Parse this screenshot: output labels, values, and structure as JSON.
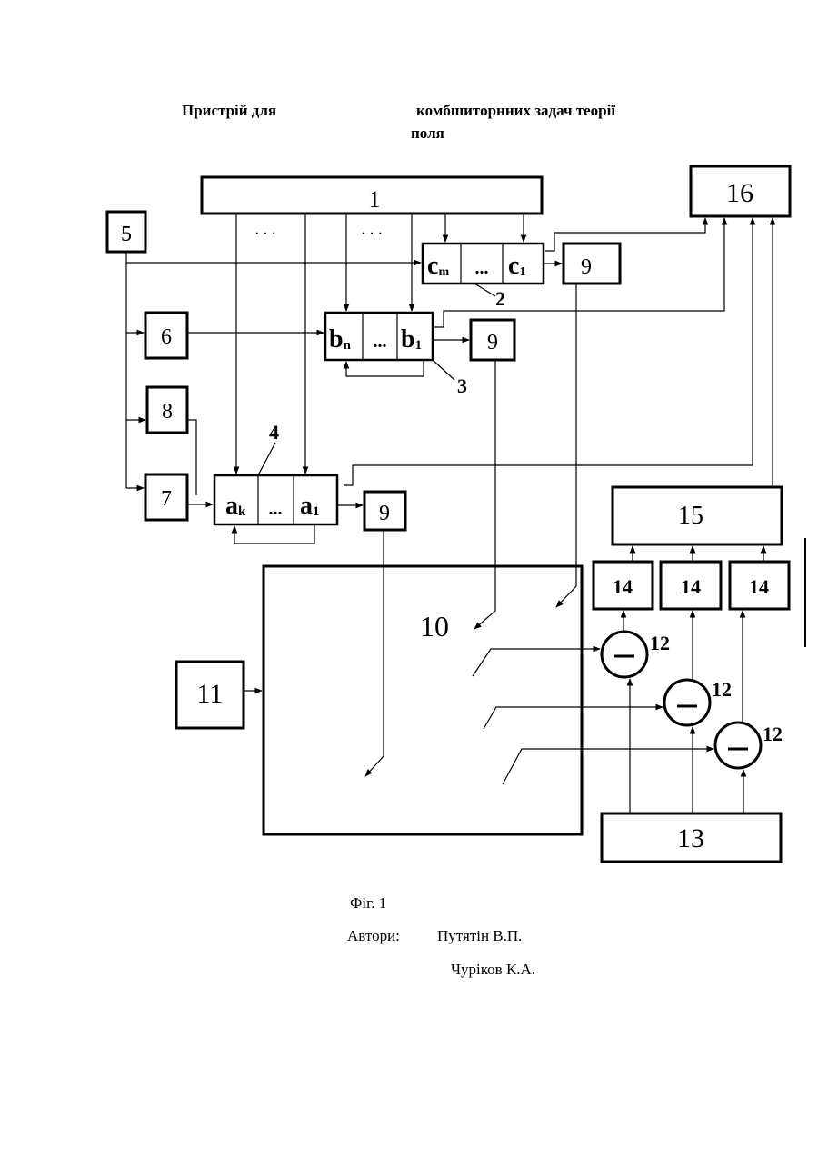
{
  "title": {
    "part1": "Пристрій для",
    "part2": "комбшиторнних задач теорії",
    "part3": "поля"
  },
  "blocks": {
    "b1": "1",
    "b5": "5",
    "b6": "6",
    "b7": "7",
    "b8": "8",
    "b9a": "9",
    "b9b": "9",
    "b9c": "9",
    "b10": "10",
    "b11": "11",
    "b13": "13",
    "b14a": "14",
    "b14b": "14",
    "b14c": "14",
    "b15": "15",
    "b16": "16",
    "b12a": "12",
    "b12b": "12",
    "b12c": "12",
    "ref2": "2",
    "ref3": "3",
    "ref4": "4"
  },
  "registers": {
    "c": {
      "left": "c",
      "left_sub": "m",
      "mid": "...",
      "right": "c",
      "right_sub": "1"
    },
    "b": {
      "left": "b",
      "left_sub": "n",
      "mid": "...",
      "right": "b",
      "right_sub": "1"
    },
    "a": {
      "left": "a",
      "left_sub": "k",
      "mid": "...",
      "right": "a",
      "right_sub": "1"
    }
  },
  "dots": {
    "d1": "· · ·",
    "d2": "· · ·"
  },
  "caption": {
    "figure": "Фіг. 1",
    "authors_label": "Автори:",
    "author1": "Путятін В.П.",
    "author2": "Чуріков К.А."
  }
}
